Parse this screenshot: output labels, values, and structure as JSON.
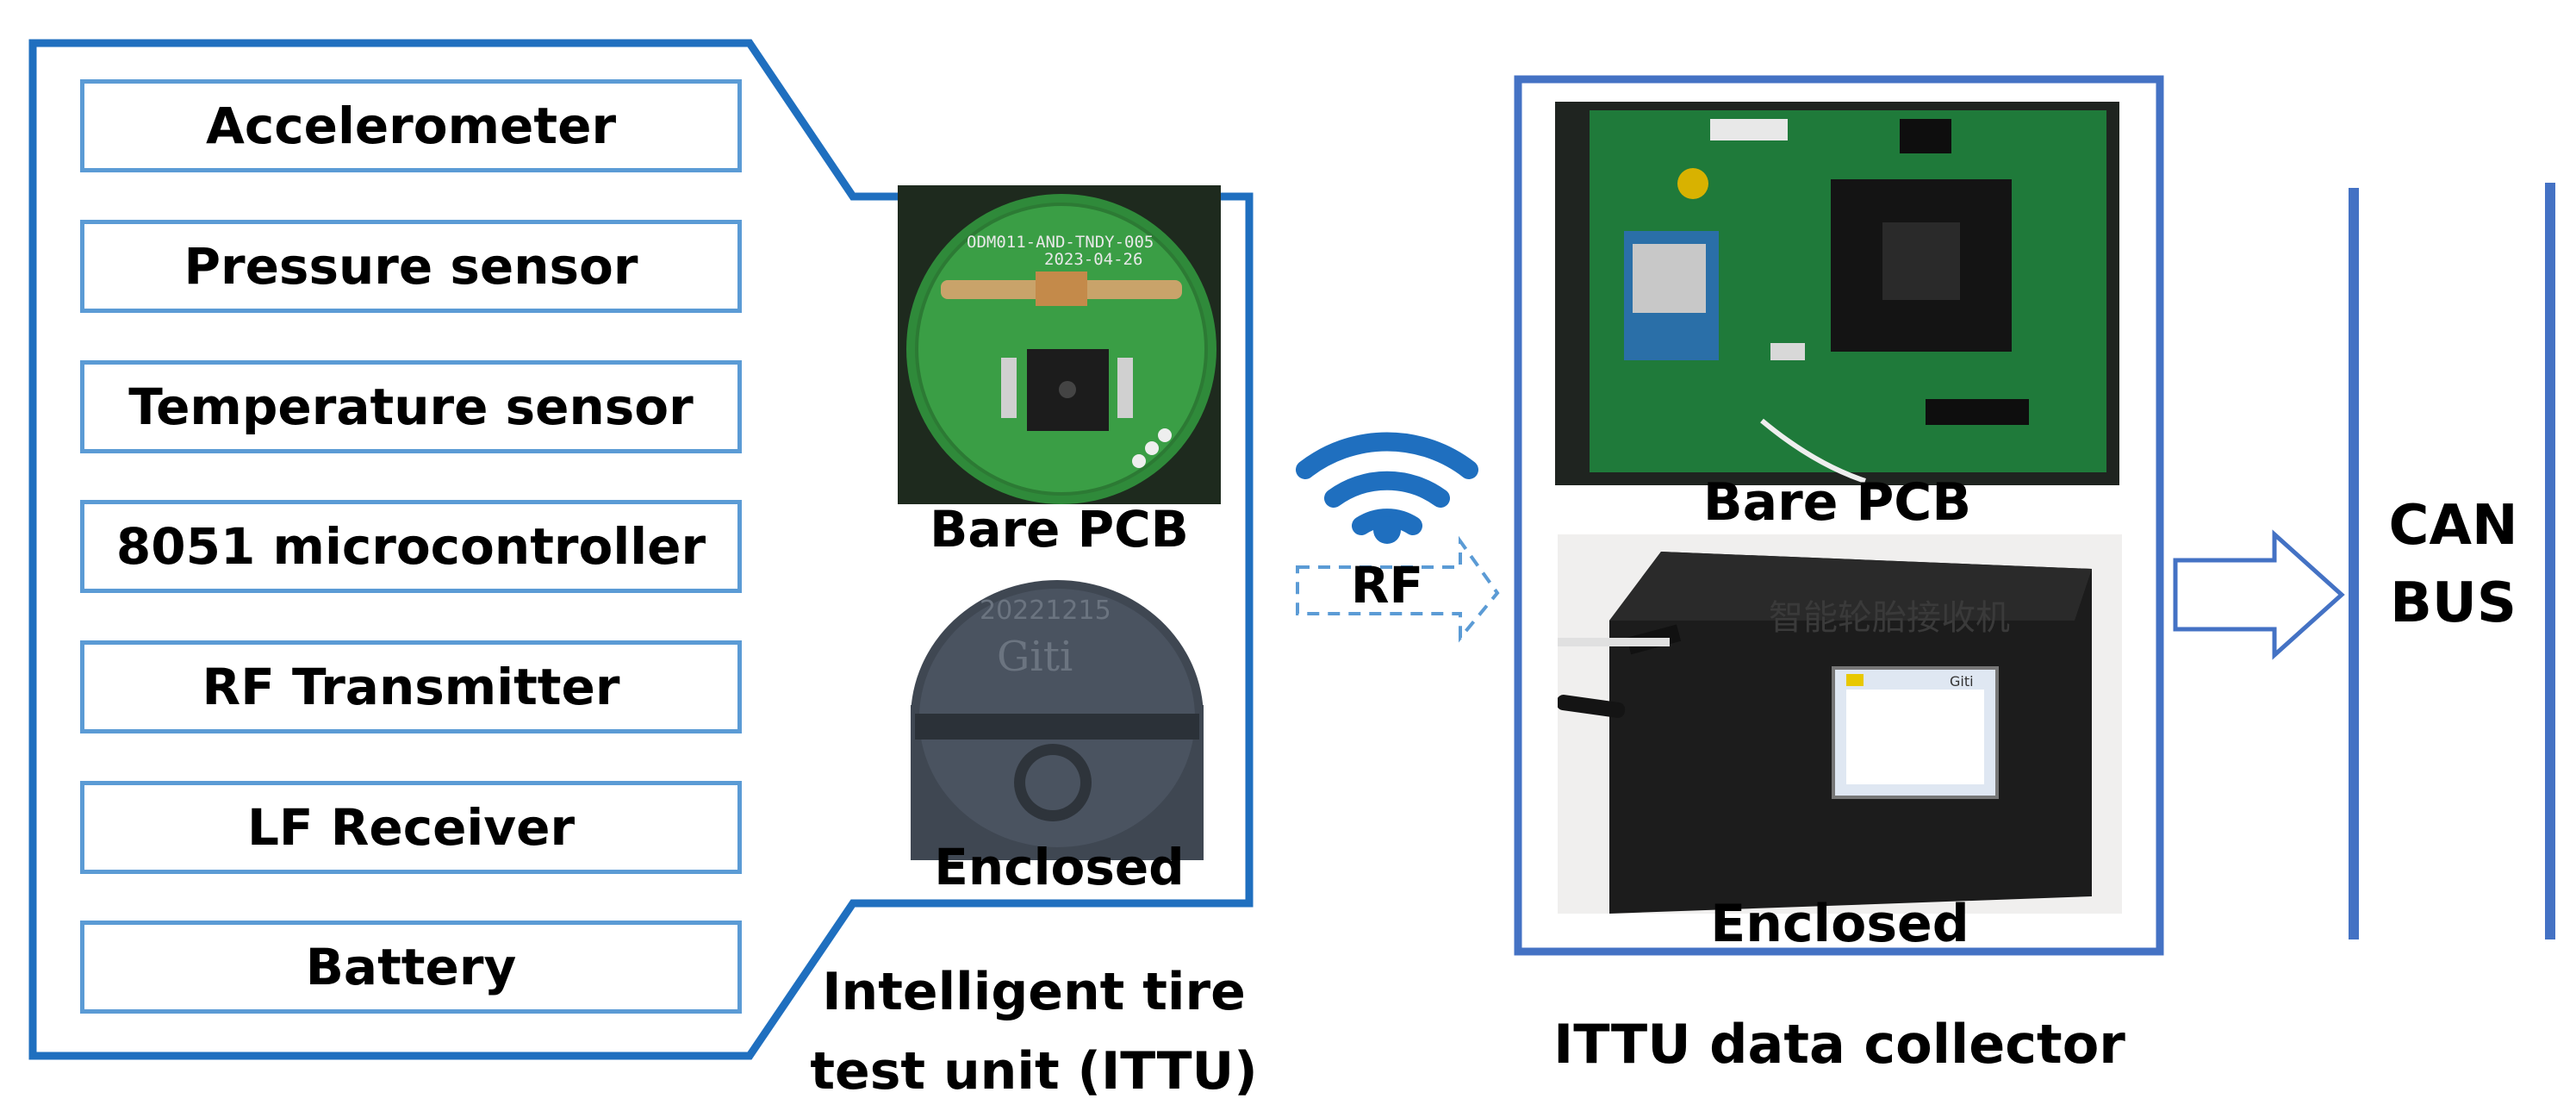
{
  "components": [
    "Accelerometer",
    "Pressure sensor",
    "Temperature sensor",
    "8051 microcontroller",
    "RF Transmitter",
    "LF Receiver",
    "Battery"
  ],
  "ittu": {
    "bare_pcb_label": "Bare PCB",
    "pcb_text_1": "ODM011-AND-TNDY-005",
    "pcb_text_2": "2023-04-26",
    "enclosed_label": "Enclosed",
    "enclosure_text_1": "20221215",
    "enclosure_text_2": "Giti",
    "caption_line1": "Intelligent tire",
    "caption_line2": "test unit (ITTU)"
  },
  "rf_label": "RF",
  "collector": {
    "bare_pcb_label": "Bare PCB",
    "enclosed_label": "Enclosed",
    "box_text": "智能轮胎接收机",
    "screen_brand": "Giti",
    "caption": "ITTU data collector"
  },
  "can_bus": {
    "line1": "CAN",
    "line2": "BUS"
  },
  "colors": {
    "outline_dark": "#1f6fbf",
    "outline_light": "#5b9bd5",
    "bus_line": "#4472c4",
    "wifi": "#1f6fbf"
  }
}
